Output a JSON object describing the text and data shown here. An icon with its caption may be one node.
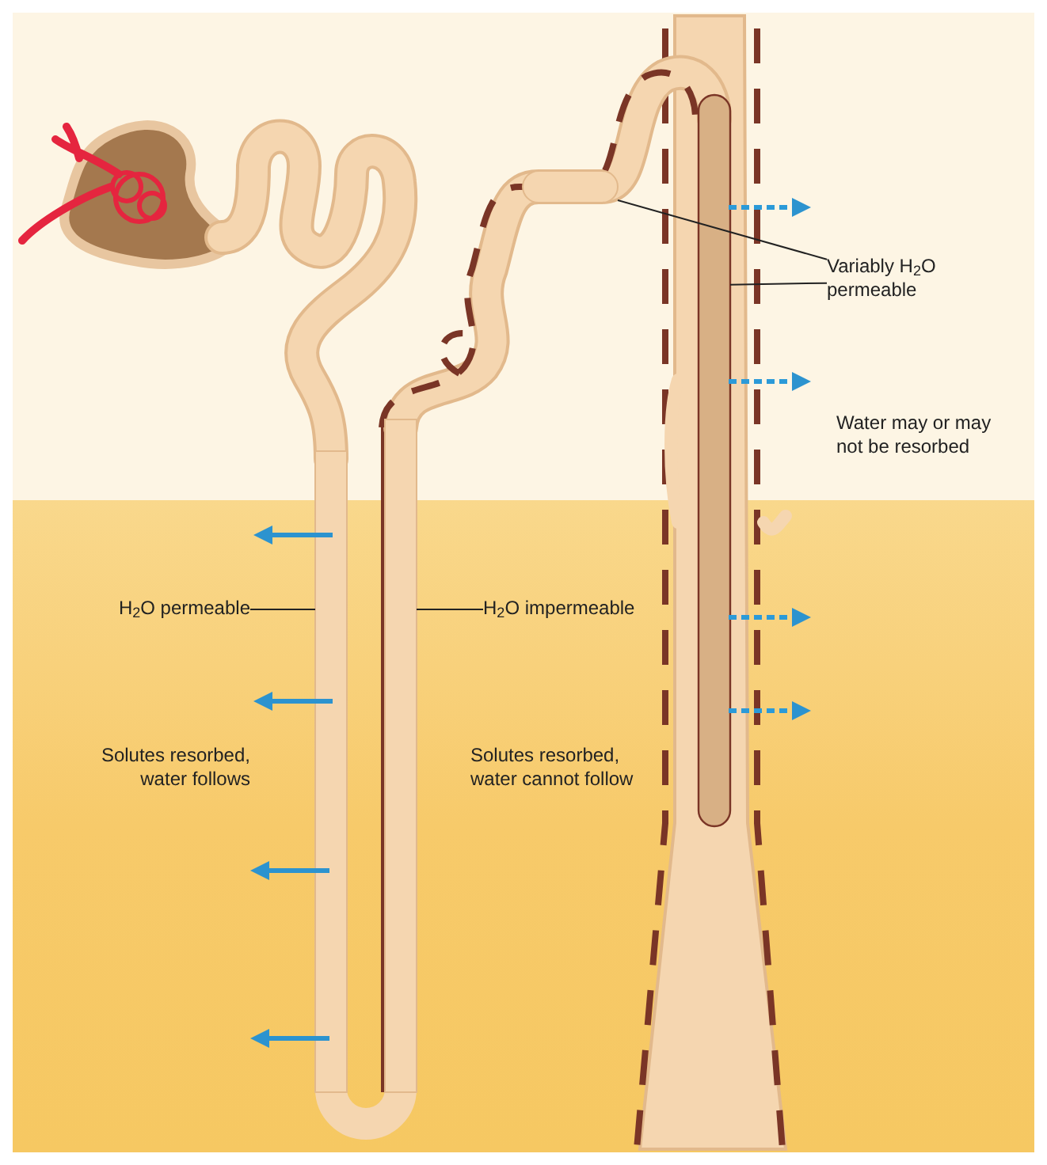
{
  "diagram": {
    "nodes": [
      {
        "text": [
          "Variably H$_{2}$O permeable"
        ]
      },
      {
        "text": [],
        "shape": "bar"
      },
      {
        "text": [],
        "shape": "bar"
      },
      {
        "text": [
          "H$_{2}$O permeable"
        ]
      },
      {
        "text": [],
        "shape": "bar"
      },
      {
        "text": [
          "H$_{2}$O impermeable"
        ]
      },
      {
        "text": [],
        "shape": "bar"
      }
    ],
    "edges": [
      {
        "from": 0,
        "to": 1,
        "arrow": "none"
      },
      {
        "from": 0,
        "to": 2,
        "arrow": "none"
      },
      {
        "from": 3,
        "to": 4,
        "arrow": "none"
      },
      {
        "from": 5,
        "to": 6,
        "arrow": "none"
      }
    ],
    "labels": [
      "Water may or may not be resorbed",
      "Solutes resorbed, water follows",
      "Solutes resorbed, water cannot follow"
    ]
  }
}
